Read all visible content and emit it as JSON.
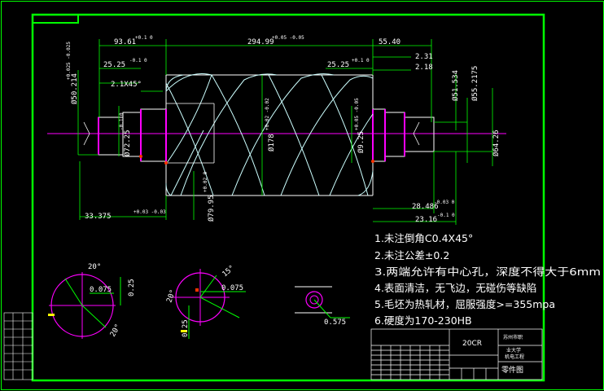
{
  "drawing": {
    "dimensions": {
      "top": [
        "93.61",
        "294.99",
        "55.40",
        "25.25",
        "25.25",
        "2.1X45°",
        "2.31",
        "2.18"
      ],
      "top_tol": [
        "+0.1 0",
        "+0.05 -0.05",
        "-0.1 0",
        "+0.1 0"
      ],
      "bottom": [
        "33.375",
        "28.486",
        "23.16"
      ],
      "bottom_tol": [
        "+0.03 -0.03",
        "-0.03 0",
        "-0.1 0"
      ],
      "vertical": [
        "Ø50.214",
        "Ø72.25",
        "Ø79.95",
        "Ø178",
        "Ø9.25",
        "Ø51.534",
        "Ø55.2175",
        "Ø64.26"
      ],
      "vertical_tol": [
        "+0.025 -0.025",
        "-0.1 0",
        "+0.02 0",
        "+0.02 -0.02",
        "+0.05 -0.05"
      ],
      "section": [
        "20°",
        "0.075",
        "0.25",
        "20°",
        "15°",
        "0.075",
        "20°",
        "0.25",
        "0.575"
      ]
    },
    "notes": [
      "1.未注倒角C0.4X45°",
      "2.未注公差±0.2",
      "3.两端允许有中心孔，深度不得大于6mm",
      "4.表面清洁，无飞边，无碰伤等缺陷",
      "5.毛坯为热轧材，屈服强度>=355mpa",
      "6.硬度为170-230HB"
    ],
    "title_block": {
      "material": "20CR",
      "school_line1": "苏州市职",
      "school_line2": "业大学",
      "school_line3": "机电工程",
      "drawing_name": "零件图"
    },
    "colors": {
      "border": "#00ff00",
      "centerline": "#ff00ff",
      "outline": "#ffffff",
      "helix": "#ccffff",
      "dimension": "#00ff00",
      "hatch": "#00ff00"
    }
  }
}
